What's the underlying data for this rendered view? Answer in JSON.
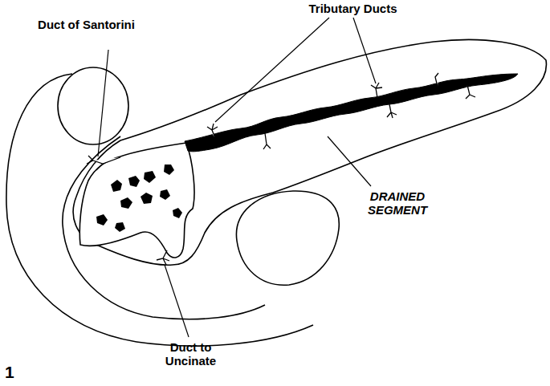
{
  "diagram": {
    "labels": [
      "Tributary Ducts",
      "Duct of Santorini",
      "DRAINED SEGMENT",
      "Duct to Uncinate",
      "1"
    ]
  }
}
